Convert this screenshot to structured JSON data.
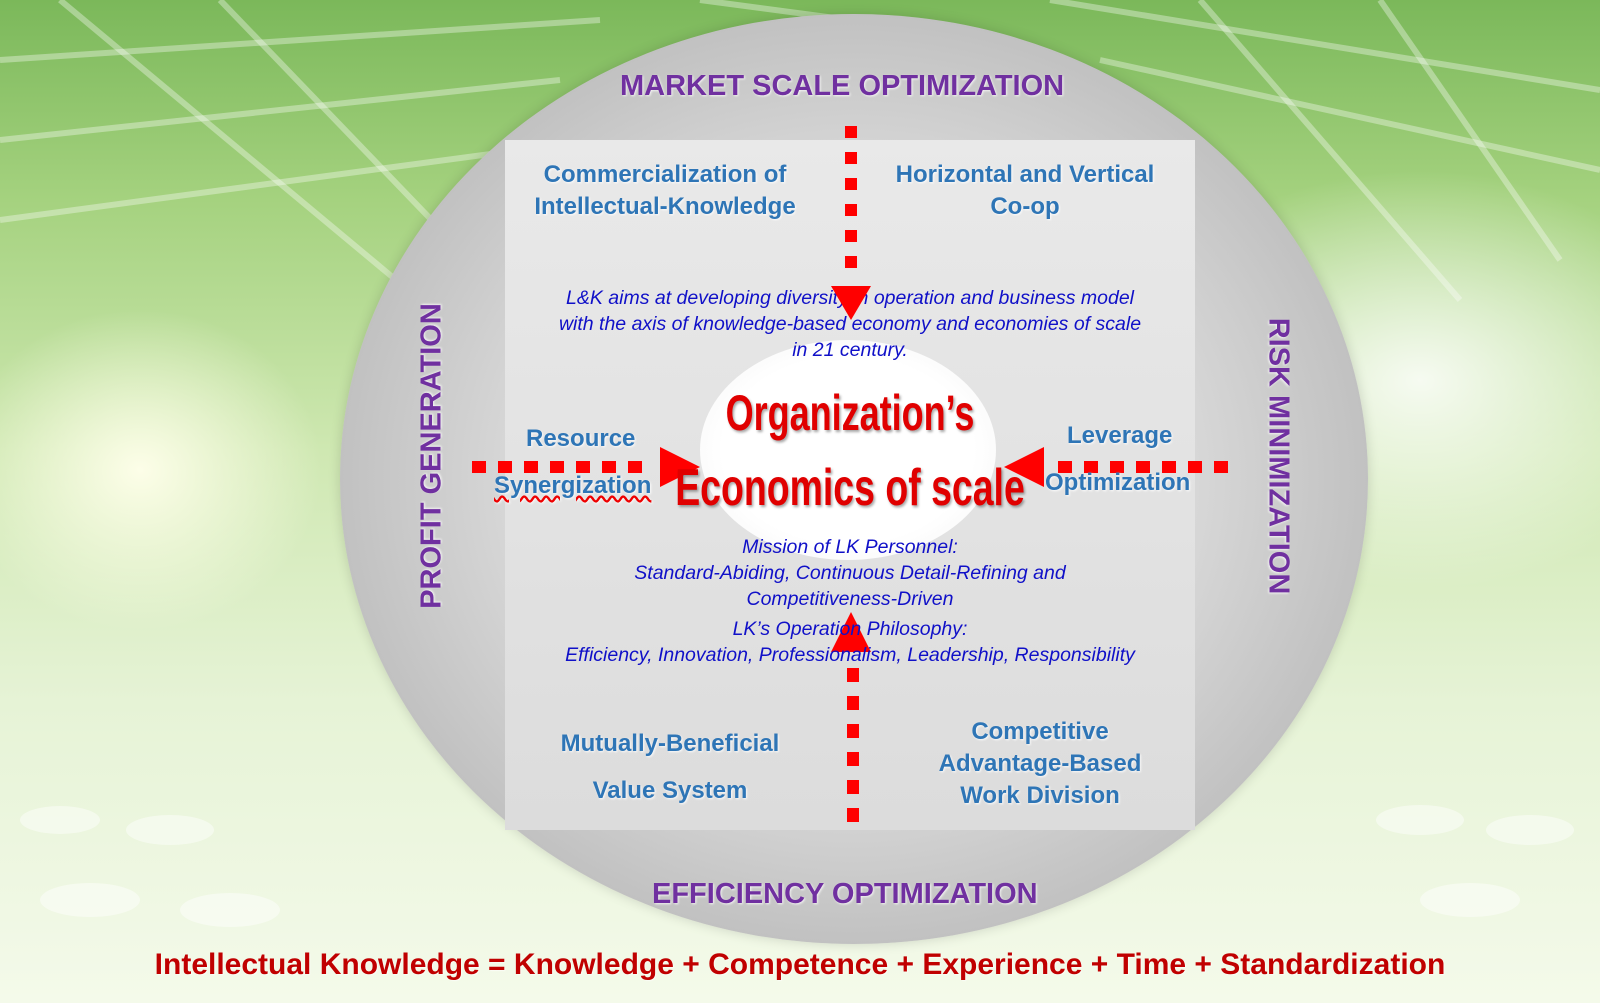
{
  "axes": {
    "top": "MARKET SCALE OPTIMIZATION",
    "bottom": "EFFICIENCY OPTIMIZATION",
    "left": "PROFIT GENERATION",
    "right": "RISK MINIMIZATION"
  },
  "quadrants": {
    "top_left": [
      "Commercialization of",
      "Intellectual-Knowledge"
    ],
    "top_right": [
      "Horizontal and Vertical",
      "Co-op"
    ],
    "bottom_left": [
      "Mutually-Beneficial",
      "Value System"
    ],
    "bottom_right": [
      "Competitive",
      "Advantage-Based",
      "Work Division"
    ]
  },
  "sides": {
    "left": [
      "Resource",
      "Synergization"
    ],
    "right": [
      "Leverage",
      "Optimization"
    ]
  },
  "mission_text": [
    "L&K aims at developing diversity in operation and business model",
    "with the axis of knowledge-based economy and economies of scale",
    "in 21 century."
  ],
  "personnel": {
    "title": "Mission of LK Personnel:",
    "lines": [
      "Standard-Abiding, Continuous Detail-Refining and",
      "Competitiveness-Driven"
    ]
  },
  "philosophy": {
    "title": "LK’s Operation Philosophy:",
    "text": "Efficiency, Innovation, Professionalism, Leadership, Responsibility"
  },
  "center": {
    "line1": "Organization’s",
    "line2": "Economics of scale"
  },
  "formula": "Intellectual Knowledge = Knowledge + Competence + Experience + Time + Standardization",
  "colors": {
    "axis_label": "#7030a0",
    "quadrant_text": "#2e75b6",
    "italic_text": "#1010c8",
    "arrow": "#ff0000",
    "center_title": "#e00000",
    "formula": "#c00000"
  }
}
